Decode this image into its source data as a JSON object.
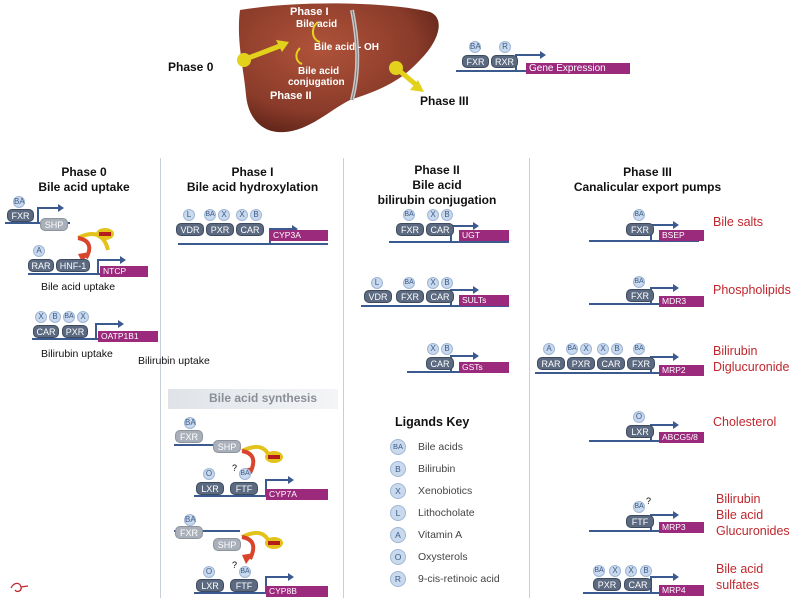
{
  "liver": {
    "phase0": "Phase 0",
    "phase1": "Phase I",
    "bile_acid": "Bile acid",
    "bile_acid_oh": "Bile acid - OH",
    "conj1": "Bile acid",
    "conj2": "conjugation",
    "phase2": "Phase II",
    "phase3": "Phase III",
    "ge_boxes": [
      "FXR",
      "RXR"
    ],
    "ge_ligands": [
      "BA",
      "R"
    ],
    "ge_gene": "Gene Expression"
  },
  "headers": {
    "p0": [
      "Phase 0",
      "Bile acid uptake"
    ],
    "p1": [
      "Phase I",
      "Bile acid hydroxylation"
    ],
    "p2": [
      "Phase II",
      "Bile acid",
      "bilirubin conjugation"
    ],
    "p3": [
      "Phase III",
      "Canalicular export pumps"
    ]
  },
  "labels": {
    "bile_acid_uptake": "Bile acid uptake",
    "bilirubin_uptake_1": "Bilirubin uptake",
    "bilirubin_uptake_2": "Bilirubin uptake",
    "synthesis": "Bile acid synthesis",
    "question": "?"
  },
  "p0": {
    "fxr": "FXR",
    "fxr_lig": "BA",
    "shp": "SHP",
    "rar": "RAR",
    "hnf": "HNF-1",
    "rar_lig": "A",
    "ntcp": "NTCP",
    "r3_boxes": [
      "CAR",
      "PXR"
    ],
    "r3_ligs": [
      "X",
      "B",
      "BA",
      "X"
    ],
    "oatp": "OATP1B1"
  },
  "p1": {
    "boxes": [
      "VDR",
      "PXR",
      "CAR"
    ],
    "ligs": [
      "L",
      "BA",
      "X",
      "X",
      "B"
    ],
    "gene": "CYP3A",
    "a_fxr": "FXR",
    "a_fxr_lig": "BA",
    "a_shp": "SHP",
    "a_lxr": "LXR",
    "a_lxr_lig": "O",
    "a_ftf": "FTF",
    "a_ftf_lig": "BA",
    "a_gene": "CYP7A",
    "b_fxr": "FXR",
    "b_fxr_lig": "BA",
    "b_shp": "SHP",
    "b_lxr": "LXR",
    "b_lxr_lig": "O",
    "b_ftf": "FTF",
    "b_ftf_lig": "BA",
    "b_gene": "CYP8B"
  },
  "p2": {
    "r1_boxes": [
      "FXR",
      "CAR"
    ],
    "r1_ligs": [
      "BA",
      "X",
      "B"
    ],
    "r1_gene": "UGT",
    "r2_boxes": [
      "VDR",
      "FXR",
      "CAR"
    ],
    "r2_ligs": [
      "L",
      "BA",
      "X",
      "B"
    ],
    "r2_gene": "SULTs",
    "r3_boxes": [
      "CAR"
    ],
    "r3_ligs": [
      "X",
      "B"
    ],
    "r3_gene": "GSTs"
  },
  "key": {
    "title": "Ligands Key",
    "items": [
      {
        "sym": "BA",
        "text": "Bile acids"
      },
      {
        "sym": "B",
        "text": "Bilirubin"
      },
      {
        "sym": "X",
        "text": "Xenobiotics"
      },
      {
        "sym": "L",
        "text": "Lithocholate"
      },
      {
        "sym": "A",
        "text": "Vitamin A"
      },
      {
        "sym": "O",
        "text": "Oxysterols"
      },
      {
        "sym": "R",
        "text": "9-cis-retinoic acid"
      }
    ]
  },
  "p3": {
    "bsep_box": "FXR",
    "bsep_lig": "BA",
    "bsep": "BSEP",
    "bsep_sub": "Bile salts",
    "mdr_box": "FXR",
    "mdr_lig": "BA",
    "mdr": "MDR3",
    "mdr_sub": "Phospholipids",
    "mrp2_boxes": [
      "RAR",
      "PXR",
      "CAR",
      "FXR"
    ],
    "mrp2_ligs": [
      "A",
      "BA",
      "X",
      "X",
      "B",
      "BA"
    ],
    "mrp2": "MRP2",
    "mrp2_sub": [
      "Bilirubin",
      "Diglucuronide"
    ],
    "abcg_box": "LXR",
    "abcg_lig": "O",
    "abcg": "ABCG5/8",
    "abcg_sub": "Cholesterol",
    "mrp3_box": "FTF",
    "mrp3_lig": "BA",
    "mrp3": "MRP3",
    "mrp3_sub": [
      "Bilirubin",
      "Bile acid",
      "Glucuronides"
    ],
    "mrp4_boxes": [
      "PXR",
      "CAR"
    ],
    "mrp4_ligs": [
      "BA",
      "X",
      "X",
      "B"
    ],
    "mrp4": "MRP4",
    "mrp4_sub": [
      "Bile acid",
      "sulfates"
    ]
  },
  "colors": {
    "gene": "#9b2a7c",
    "line": "#3b5a8f",
    "red": "#c0272d",
    "liver": "#8a3b2a",
    "arrow": "#e3d21b"
  }
}
